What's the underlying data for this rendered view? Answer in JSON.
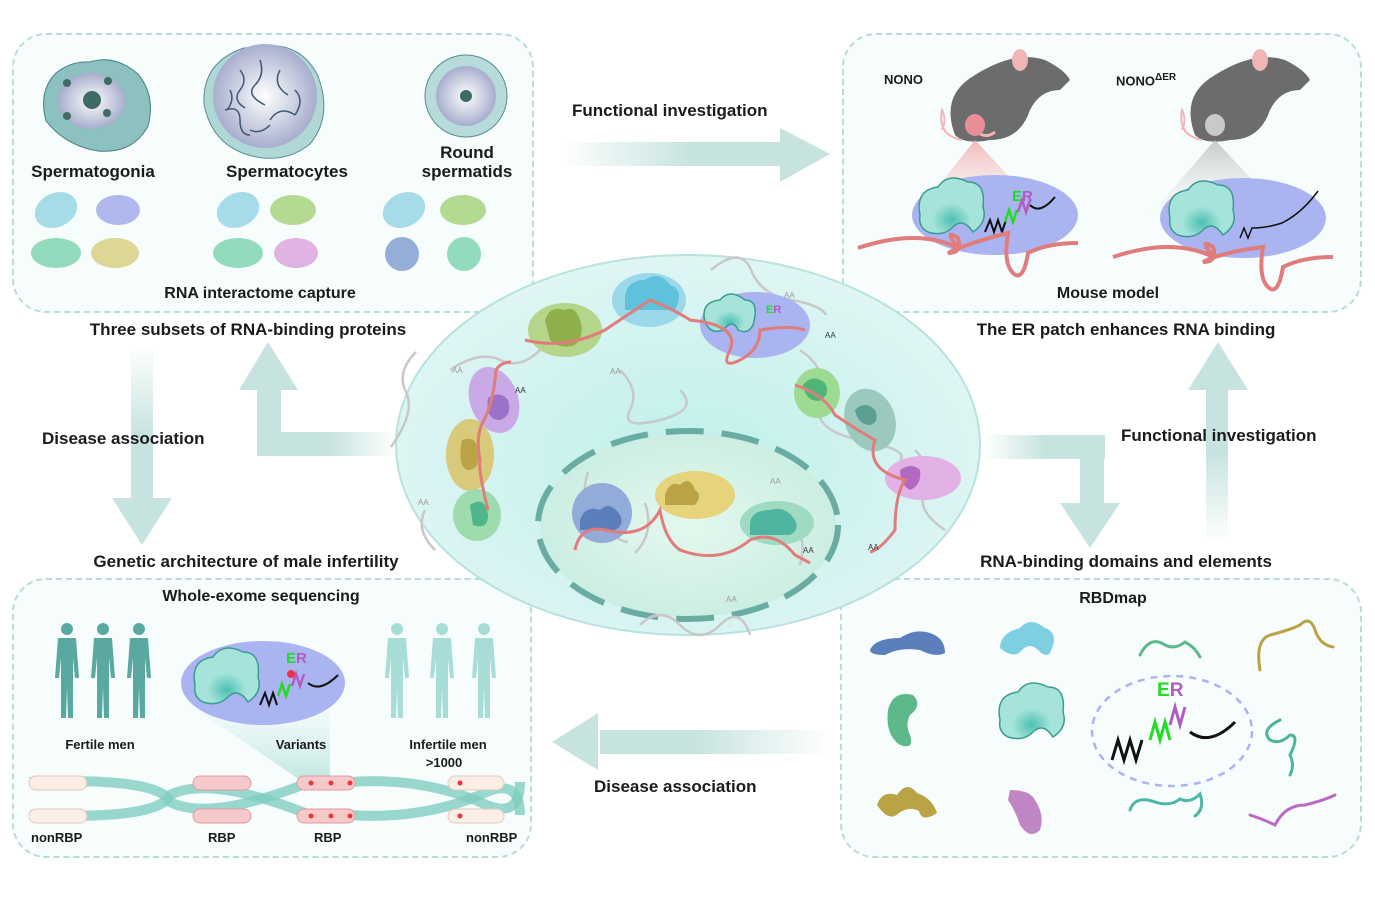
{
  "panels": {
    "top_left": {
      "cells": [
        {
          "label": "Spermatogonia"
        },
        {
          "label": "Spermatocytes"
        },
        {
          "label_line1": "Round",
          "label_line2": "spermatids"
        }
      ],
      "footer": "RNA interactome capture",
      "caption": "Three subsets of RNA-binding proteins"
    },
    "top_right": {
      "mouse_wt": "NONO",
      "mouse_ko": "NONO",
      "mouse_ko_sup": "ΔER",
      "footer": "Mouse model",
      "caption": "The ER patch enhances RNA binding"
    },
    "bottom_left": {
      "caption": "Genetic architecture of male infertility",
      "title": "Whole-exome sequencing",
      "fertile": "Fertile men",
      "variants": "Variants",
      "infertile": "Infertile men",
      "infertile_count": ">1000",
      "chrom_labels": [
        "nonRBP",
        "RBP",
        "RBP",
        "nonRBP"
      ]
    },
    "bottom_right": {
      "caption": "RNA-binding domains and elements",
      "title": "RBDmap"
    }
  },
  "arrows": {
    "top": "Functional investigation",
    "right": "Functional investigation",
    "left": "Disease association",
    "bottom": "Disease association"
  },
  "er": {
    "e": "E",
    "r": "R"
  },
  "poly_a": "AA",
  "colors": {
    "teal": "#c6e3df",
    "rna": "#e07c7c",
    "er_e": "#22dd22",
    "er_r": "#b05cc0",
    "halo": "#aab4f0"
  }
}
